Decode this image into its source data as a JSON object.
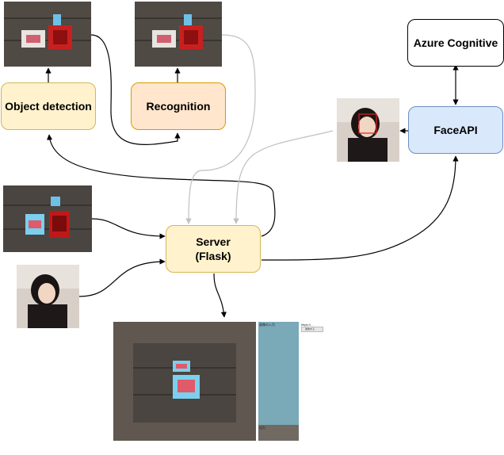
{
  "nodes": {
    "object_detection": "Object detection",
    "recognition": "Recognition",
    "azure": "Azure Cognitive",
    "faceapi": "FaceAPI",
    "server_line1": "Server",
    "server_line2": "(Flask)"
  },
  "colors": {
    "yellow_fill": "#fff2cc",
    "peach_fill": "#ffe6cc",
    "blue_fill": "#dae8fc",
    "arrow_dark": "#000000",
    "arrow_gray": "#c0c0c0"
  },
  "ui_panel": {
    "side_label_top": "画像の入力",
    "side_label_bottom": "出力",
    "right_text": "https://…",
    "right_button": "送信する"
  },
  "photos": [
    {
      "name": "objects-photo-top-left"
    },
    {
      "name": "objects-photo-top-middle"
    },
    {
      "name": "objects-photo-input"
    },
    {
      "name": "face-photo-input"
    },
    {
      "name": "face-photo-detected"
    }
  ]
}
